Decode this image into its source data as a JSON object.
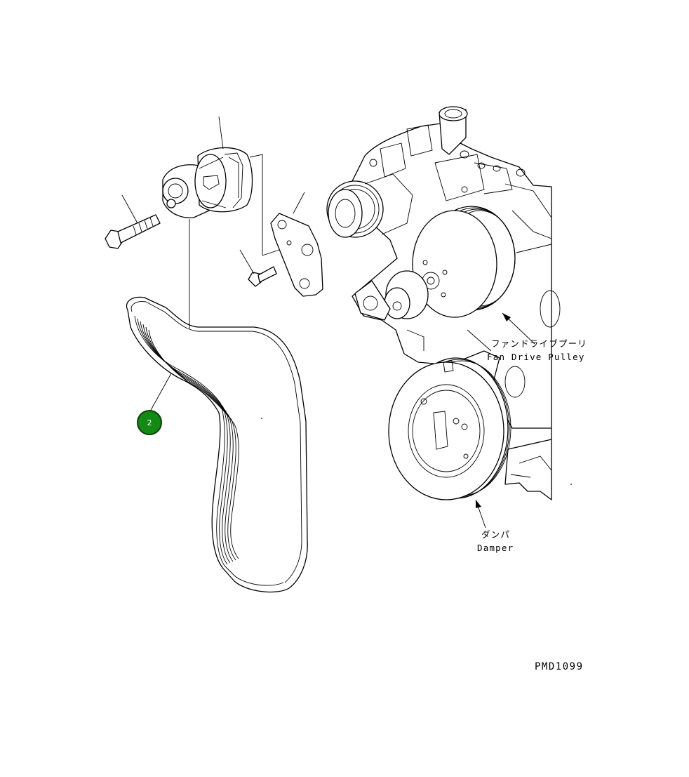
{
  "callouts": [
    {
      "id": "2",
      "label": "2"
    }
  ],
  "labels": {
    "fan_drive_pulley_jp": "ファンドライブプーリ",
    "fan_drive_pulley_en": "Fan Drive Pulley",
    "damper_jp": "ダンパ",
    "damper_en": "Damper",
    "figure_code": "PMD1099"
  }
}
